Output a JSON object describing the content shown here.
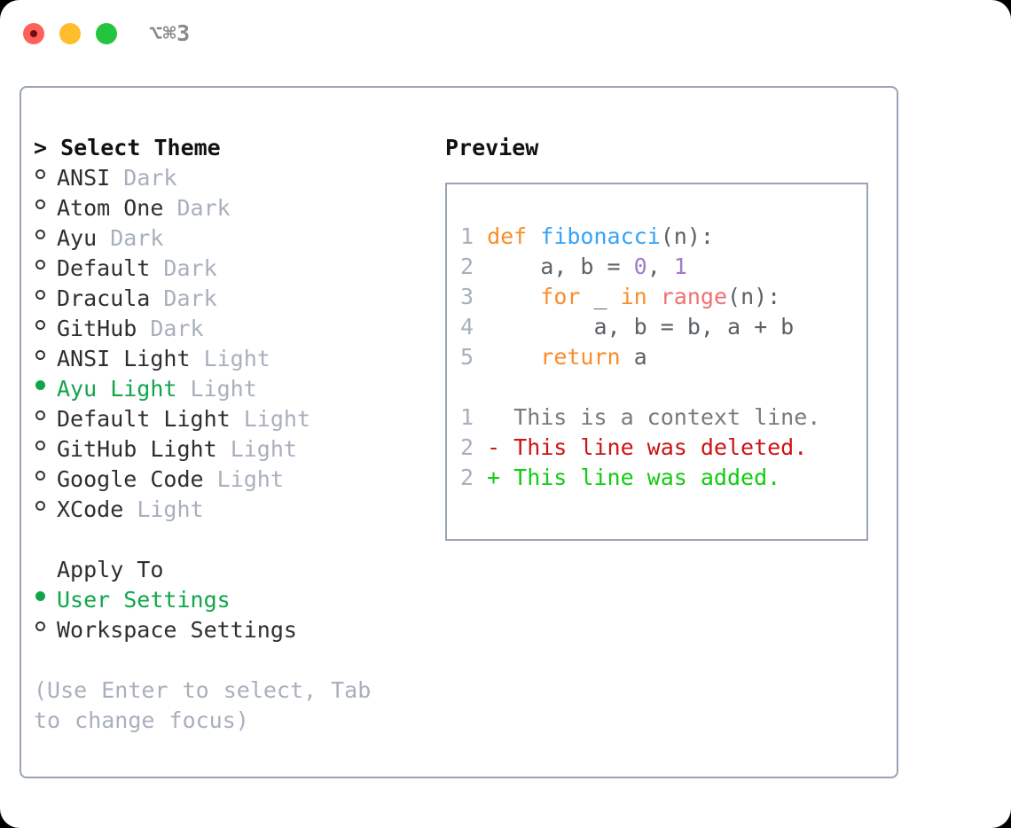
{
  "window": {
    "title": "⌥⌘3",
    "traffic_lights": [
      {
        "name": "close",
        "color": "#ff6159"
      },
      {
        "name": "minimize",
        "color": "#ffbd2e"
      },
      {
        "name": "maximize",
        "color": "#23c53f"
      }
    ]
  },
  "theme_list": {
    "header": "> Select Theme",
    "items": [
      {
        "label": "ANSI",
        "badge": "Dark",
        "selected": false
      },
      {
        "label": "Atom One",
        "badge": "Dark",
        "selected": false
      },
      {
        "label": "Ayu",
        "badge": "Dark",
        "selected": false
      },
      {
        "label": "Default",
        "badge": "Dark",
        "selected": false
      },
      {
        "label": "Dracula",
        "badge": "Dark",
        "selected": false
      },
      {
        "label": "GitHub",
        "badge": "Dark",
        "selected": false
      },
      {
        "label": "ANSI Light",
        "badge": "Light",
        "selected": false
      },
      {
        "label": "Ayu Light",
        "badge": "Light",
        "selected": true
      },
      {
        "label": "Default Light",
        "badge": "Light",
        "selected": false
      },
      {
        "label": "GitHub Light",
        "badge": "Light",
        "selected": false
      },
      {
        "label": "Google Code",
        "badge": "Light",
        "selected": false
      },
      {
        "label": "XCode",
        "badge": "Light",
        "selected": false
      }
    ]
  },
  "apply_to": {
    "header": "Apply To",
    "items": [
      {
        "label": "User Settings",
        "selected": true
      },
      {
        "label": "Workspace Settings",
        "selected": false
      }
    ]
  },
  "hint": "(Use Enter to select, Tab to change focus)",
  "preview": {
    "header": "Preview",
    "code_lines": [
      {
        "number": "1",
        "tokens": [
          {
            "text": " ",
            "style": "tok-punct"
          },
          {
            "text": "def",
            "style": "tok-kw"
          },
          {
            "text": " ",
            "style": "tok-punct"
          },
          {
            "text": "fibonacci",
            "style": "tok-fn"
          },
          {
            "text": "(n):",
            "style": "tok-punct"
          }
        ]
      },
      {
        "number": "2",
        "tokens": [
          {
            "text": "     a, b = ",
            "style": "tok-var"
          },
          {
            "text": "0",
            "style": "tok-num"
          },
          {
            "text": ", ",
            "style": "tok-var"
          },
          {
            "text": "1",
            "style": "tok-num"
          }
        ]
      },
      {
        "number": "3",
        "tokens": [
          {
            "text": "     ",
            "style": "tok-var"
          },
          {
            "text": "for",
            "style": "tok-kw"
          },
          {
            "text": " _ ",
            "style": "tok-var"
          },
          {
            "text": "in",
            "style": "tok-kw"
          },
          {
            "text": " ",
            "style": "tok-var"
          },
          {
            "text": "range",
            "style": "tok-builtin"
          },
          {
            "text": "(n):",
            "style": "tok-punct"
          }
        ]
      },
      {
        "number": "4",
        "tokens": [
          {
            "text": "         a, b = b, a + b",
            "style": "tok-var"
          }
        ]
      },
      {
        "number": "5",
        "tokens": [
          {
            "text": "     ",
            "style": "tok-var"
          },
          {
            "text": "return",
            "style": "tok-kw"
          },
          {
            "text": " a",
            "style": "tok-var"
          }
        ]
      },
      {
        "number": "",
        "tokens": [
          {
            "text": " ",
            "style": "tok-var"
          }
        ]
      },
      {
        "number": "1",
        "tokens": [
          {
            "text": "   This is a context line.",
            "style": "diff-ctx"
          }
        ]
      },
      {
        "number": "2",
        "tokens": [
          {
            "text": " - This line was deleted.",
            "style": "diff-del"
          }
        ]
      },
      {
        "number": "2",
        "tokens": [
          {
            "text": " + This line was added.",
            "style": "diff-add"
          }
        ]
      }
    ]
  },
  "colors": {
    "selection_green": "#11a54a",
    "badge_gray": "#a8b0bd",
    "border": "#9aa4b2",
    "keyword_orange": "#fa8d29",
    "function_blue": "#36a3f7",
    "number_purple": "#a37acc",
    "builtin_salmon": "#f07171",
    "diff_delete_red": "#cc1414",
    "diff_add_green": "#11cc11"
  }
}
